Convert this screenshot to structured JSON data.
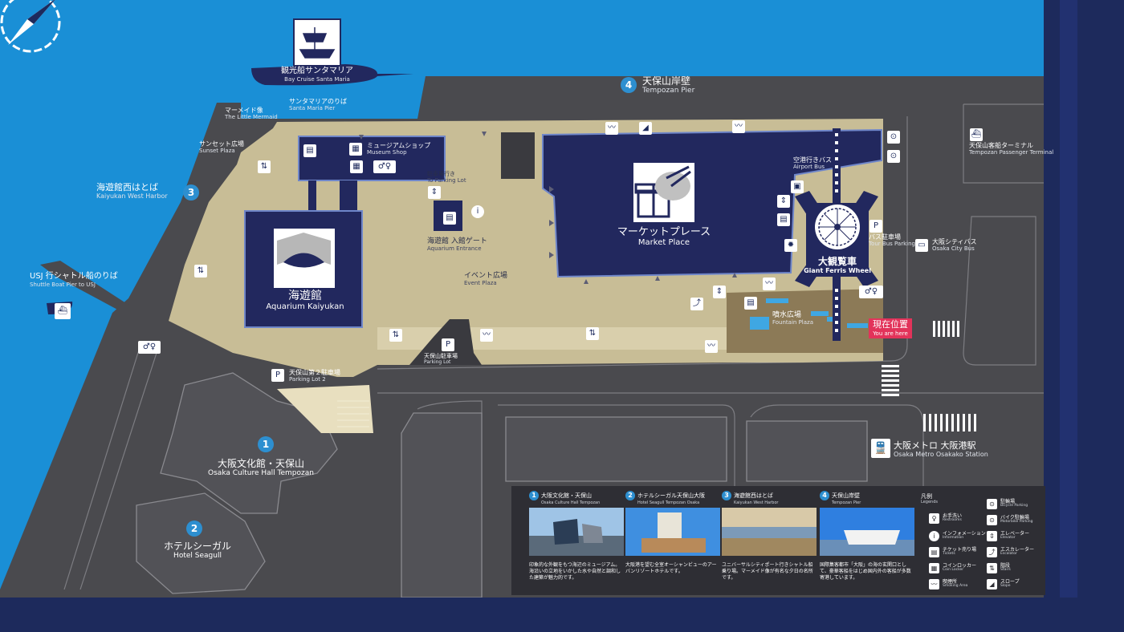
{
  "places": {
    "santa_maria_ship": {
      "ja": "観光船サンタマリア",
      "en": "Bay Cruise Santa Maria"
    },
    "tempozan_pier": {
      "ja": "天保山岸壁",
      "en": "Tempozan Pier",
      "num": "4"
    },
    "santa_maria_pier": {
      "ja": "サンタマリアのりば",
      "en": "Santa Maria Pier"
    },
    "little_mermaid": {
      "ja": "マーメイド像",
      "en": "The Little Mermaid"
    },
    "sunset_plaza": {
      "ja": "サンセット広場",
      "en": "Sunset Plaza"
    },
    "kaiyukan_west_harbor": {
      "ja": "海遊館西はとば",
      "en": "Kaiyukan West Harbor",
      "num": "3"
    },
    "usj_shuttle": {
      "ja": "USJ 行シャトル船のりば",
      "en": "Shuttle Boat Pier to USJ"
    },
    "museum_shop": {
      "ja": "ミュージアムショップ",
      "en": "Museum Shop"
    },
    "parking_lot_way": {
      "ja": "駐車場行き",
      "en": "To Parking Lot"
    },
    "aquarium_entrance": {
      "ja": "海遊館 入館ゲート",
      "en": "Aquarium Entrance"
    },
    "event_plaza": {
      "ja": "イベント広場",
      "en": "Event Plaza"
    },
    "aquarium": {
      "ja": "海遊館",
      "en": "Aquarium Kaiyukan"
    },
    "market_place": {
      "ja": "マーケットプレース",
      "en": "Market Place"
    },
    "airport_bus": {
      "ja": "空港行きバス",
      "en": "Airport Bus"
    },
    "tour_bus": {
      "ja": "バス駐車場",
      "en": "Tour Bus Parking"
    },
    "ferris_wheel": {
      "ja": "大観覧車",
      "en": "Giant Ferris Wheel"
    },
    "fountain_plaza": {
      "ja": "噴水広場",
      "en": "Fountain Plaza"
    },
    "you_are_here": {
      "ja": "現在位置",
      "en": "You are here"
    },
    "tempozan_parking": {
      "ja": "天保山駐車場",
      "en": "Parking Lot"
    },
    "parking_lot_2": {
      "ja": "天保山第２駐車場",
      "en": "Parking Lot 2"
    },
    "culture_hall": {
      "ja": "大阪文化館・天保山",
      "en": "Osaka Culture Hall Tempozan",
      "num": "1"
    },
    "hotel_seagull": {
      "ja": "ホテルシーガル",
      "en": "Hotel Seagull",
      "num": "2"
    },
    "passenger_terminal": {
      "ja": "天保山客船ターミナル",
      "en": "Tempozan Passenger Terminal"
    },
    "city_bus": {
      "ja": "大阪シティバス",
      "en": "Osaka City Bus"
    },
    "metro": {
      "ja": "大阪メトロ 大阪港駅",
      "en": "Osaka Metro Osakako Station"
    }
  },
  "legend": {
    "cards": [
      {
        "num": "1",
        "ttl": "大阪文化館・天保山",
        "sub": "Osaka Culture Hall Tempozan",
        "desc": "印象的な外観をもつ海辺のミュージアム。海沿いの立地をいかした水や自然と調和した建築が魅力的です。"
      },
      {
        "num": "2",
        "ttl": "ホテルシーガル天保山大阪",
        "sub": "Hotel Seagull Tempozan Osaka",
        "desc": "大阪港を望む全室オーシャンビューのアーバンリゾートホテルです。"
      },
      {
        "num": "3",
        "ttl": "海遊館西はとば",
        "sub": "Kaiyukan West Harbor",
        "desc": "ユニバーサルシティポート行きシャトル船乗り場。マーメイド像が有名な夕日の名所です。"
      },
      {
        "num": "4",
        "ttl": "天保山岸壁",
        "sub": "Tempozan Pier",
        "desc": "国際集客都市「大阪」の海の玄関口として、豪華客船をはじめ国内外の客船が多数寄港しています。"
      }
    ],
    "title": {
      "ja": "凡例",
      "en": "Legends"
    },
    "items": [
      {
        "ja": "お手洗い",
        "en": "Restrooms",
        "icon": "restroom-icon"
      },
      {
        "ja": "インフォメーション",
        "en": "Information",
        "icon": "info-icon"
      },
      {
        "ja": "チケット売り場",
        "en": "Tickets",
        "icon": "ticket-icon"
      },
      {
        "ja": "コインロッカー",
        "en": "Coin Locker",
        "icon": "locker-icon"
      },
      {
        "ja": "喫煙所",
        "en": "Smoking Area",
        "icon": "smoking-icon"
      },
      {
        "ja": "駐輪場",
        "en": "Bicycle Parking",
        "icon": "bicycle-icon"
      },
      {
        "ja": "バイク駐輪場",
        "en": "Motorbike Parking",
        "icon": "motorbike-icon"
      },
      {
        "ja": "エレベーター",
        "en": "Elevator",
        "icon": "elevator-icon"
      },
      {
        "ja": "エスカレーター",
        "en": "Escalator",
        "icon": "escalator-icon"
      },
      {
        "ja": "階段",
        "en": "Stairs",
        "icon": "stairs-icon"
      },
      {
        "ja": "スロープ",
        "en": "Slope",
        "icon": "slope-icon"
      }
    ]
  },
  "colors": {
    "sea": "#1a8fd6",
    "land": "#4a4a4e",
    "plaza": "#c8bd96",
    "building": "#22285e",
    "you_are_here": "#e2335a",
    "badge": "#2d8fd0"
  }
}
